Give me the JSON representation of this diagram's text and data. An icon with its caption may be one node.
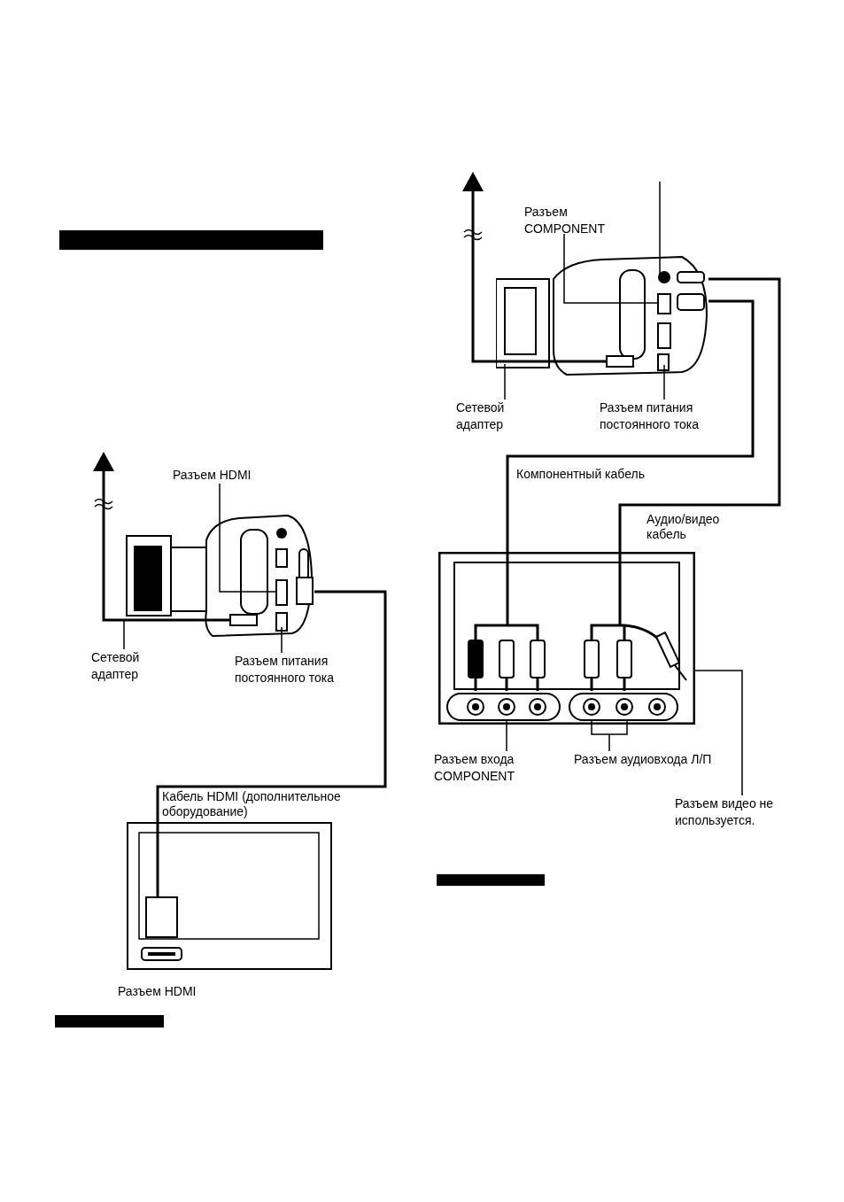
{
  "diagram": {
    "nodes": [
      {
        "text": [],
        "shape": "camera"
      },
      {
        "text": [],
        "shape": "television",
        "beside": [
          "Разъем HDMI"
        ]
      },
      {
        "text": [
          "Разъем HDMI"
        ]
      },
      {
        "text": [
          "Сетевой адаптер"
        ]
      },
      {
        "text": [
          "Разъем питания постоянного тока"
        ]
      },
      {
        "text": [],
        "shape": "camera"
      },
      {
        "text": [],
        "shape": "television"
      },
      {
        "text": [
          "Разъем COMPONENT"
        ]
      },
      {
        "text": [
          "Сетевой адаптер"
        ]
      },
      {
        "text": [
          "Разъем питания постоянного тока"
        ]
      },
      {
        "text": [
          "Разъем входа COMPONENT"
        ]
      },
      {
        "text": [
          "Разъем аудиовхода Л/П"
        ]
      },
      {
        "text": [
          "Разъем видео не используется."
        ]
      },
      {
        "text": [],
        "shape": "bar"
      },
      {
        "text": [],
        "shape": "bar"
      },
      {
        "text": [],
        "shape": "bar"
      }
    ],
    "edges": [
      {
        "from": 0,
        "to": 1,
        "arrow": "none",
        "label": "Кабель HDMI (дополнительное оборудование)"
      },
      {
        "from": 0,
        "to": null,
        "arrow": "to"
      },
      {
        "from": 2,
        "to": 0,
        "arrow": "none"
      },
      {
        "from": 3,
        "to": 0,
        "arrow": "none"
      },
      {
        "from": 4,
        "to": 0,
        "arrow": "none"
      },
      {
        "from": 5,
        "to": 6,
        "arrow": "none",
        "label": "Компонентный кабель"
      },
      {
        "from": 5,
        "to": 6,
        "arrow": "none",
        "label": "Аудио/видео кабель"
      },
      {
        "from": 5,
        "to": null,
        "arrow": "to"
      },
      {
        "from": 7,
        "to": 5,
        "arrow": "none"
      },
      {
        "from": 8,
        "to": 5,
        "arrow": "none"
      },
      {
        "from": 9,
        "to": 5,
        "arrow": "none"
      },
      {
        "from": 10,
        "to": 6,
        "arrow": "none"
      },
      {
        "from": 11,
        "to": 6,
        "arrow": "none"
      },
      {
        "from": 12,
        "to": 6,
        "arrow": "none"
      },
      {
        "from": null,
        "to": 5,
        "arrow": "none"
      }
    ]
  }
}
